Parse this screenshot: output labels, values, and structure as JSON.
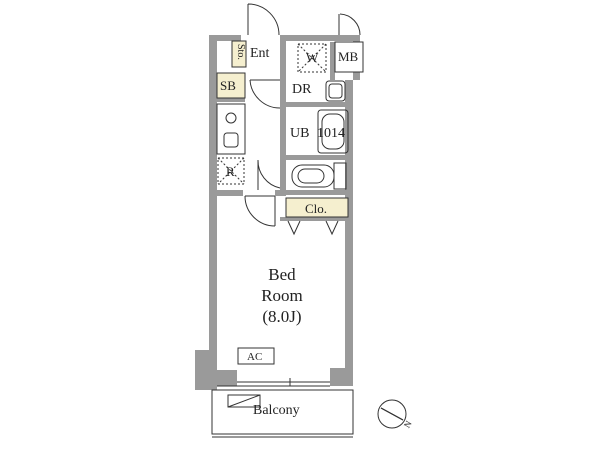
{
  "plan": {
    "rooms": {
      "entrance": "Ent",
      "storage": "Sto.",
      "shoe_box": "SB",
      "washer": "W",
      "meter_box": "MB",
      "dressing_room": "DR",
      "unit_bath": "UB",
      "unit_bath_size": "1014",
      "refrigerator": "R",
      "closet": "Clo.",
      "bedroom_line1": "Bed",
      "bedroom_line2": "Room",
      "bedroom_size": "(8.0J)",
      "air_conditioner": "AC",
      "balcony": "Balcony"
    },
    "compass": {
      "north_label": "N"
    },
    "colors": {
      "wall": "#9a9a9a",
      "wall_dark": "#7d7d7d",
      "highlight": "#f5efcf",
      "line": "#333333"
    }
  }
}
